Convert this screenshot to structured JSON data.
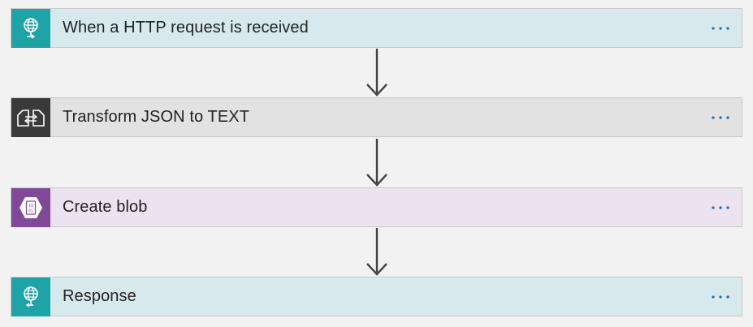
{
  "steps": [
    {
      "id": "http-trigger",
      "title": "When a HTTP request is received",
      "icon": "http-request-icon",
      "accent": "#1ea3a6",
      "background": "#d7e9ec"
    },
    {
      "id": "transform",
      "title": "Transform JSON to TEXT",
      "icon": "transform-icon",
      "accent": "#3a3a3a",
      "background": "#e2e2e2"
    },
    {
      "id": "create-blob",
      "title": "Create blob",
      "icon": "blob-storage-icon",
      "accent": "#804998",
      "background": "#ebe3ef"
    },
    {
      "id": "response",
      "title": "Response",
      "icon": "http-response-icon",
      "accent": "#1ea3a6",
      "background": "#d7e9ec"
    }
  ],
  "more_icon": "ellipsis-icon",
  "more_color": "#0f6cbd",
  "connector_icon": "arrow-down-icon"
}
